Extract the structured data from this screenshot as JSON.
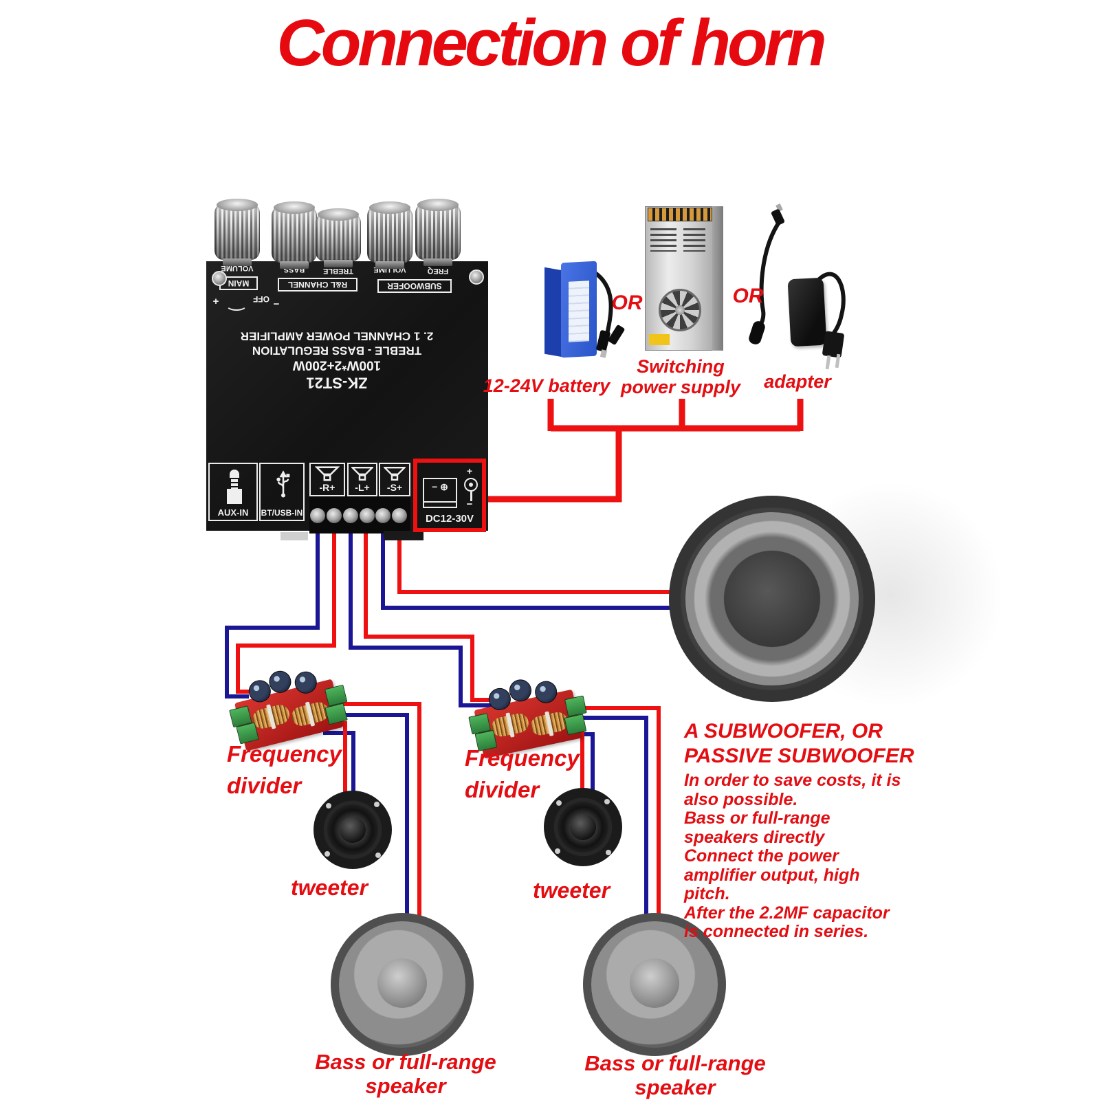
{
  "title": "Connection of horn",
  "colors": {
    "accent_red": "#e30d12",
    "wire_red": "#ee1111",
    "wire_blue": "#1b1694",
    "board_black": "#161616"
  },
  "board": {
    "knob_labels": [
      "VOLUME",
      "BASS",
      "TREBLE",
      "VOLUME",
      "FREQ"
    ],
    "group_labels": [
      "MAIN",
      "R&L CHANNEL",
      "SUBWOOFER"
    ],
    "power_switch": {
      "off": "OFF",
      "plus": "+",
      "minus": "−"
    },
    "center_lines": [
      "ZK-ST21",
      "100W*2+200W",
      "TREBLE - BASS REGULATION",
      "2. 1 CHANNEL POWER AMPLIFIER"
    ],
    "ports": {
      "aux": "AUX-IN",
      "bt_usb": "BT/USB-IN",
      "right_ch": "-R+",
      "left_ch": "-L+",
      "sub_ch": "-S+",
      "dc": "DC12-30V",
      "batt_icon": "− ⊕",
      "plug_plus": "+",
      "plug_minus": "−"
    }
  },
  "power_options": {
    "battery_label": "12-24V battery",
    "or_1": "OR",
    "psu_label_line1": "Switching",
    "psu_label_line2": "power supply",
    "or_2": "OR",
    "adapter_label": "adapter"
  },
  "subwoofer_note": {
    "heading_line1": "A SUBWOOFER, OR",
    "heading_line2": "PASSIVE SUBWOOFER",
    "body_lines": [
      "In order to save costs, it is also possible.",
      "Bass or full-range speakers directly",
      "Connect the power amplifier output, high pitch.",
      "After the 2.2MF capacitor is connected in series."
    ]
  },
  "labels": {
    "frequency_divider": "Frequency divider",
    "tweeter": "tweeter",
    "bass_speaker": "Bass or full-range speaker"
  }
}
